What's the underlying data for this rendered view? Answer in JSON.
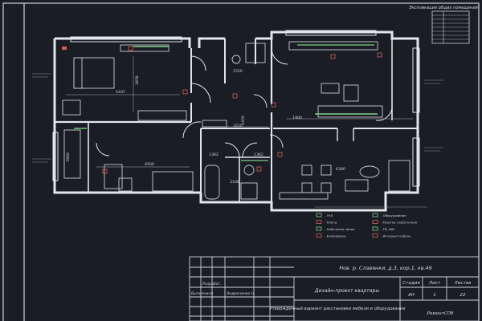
{
  "sheet": {
    "frame_color": "#cfd3da",
    "background": "#1b1d24",
    "wall_color": "#e2e5ea",
    "furniture_color": "#c8ccd3",
    "accent_green": "#7fd08a",
    "accent_red": "#d0605a"
  },
  "dimensions": [
    {
      "id": "bedroom-width",
      "text": "5437"
    },
    {
      "id": "bedroom-depth",
      "text": "3858"
    },
    {
      "id": "living-width",
      "text": "6500"
    },
    {
      "id": "kitchen-width",
      "text": "6300"
    },
    {
      "id": "hall-width",
      "text": "3210"
    },
    {
      "id": "hall-depth",
      "text": "1450"
    },
    {
      "id": "bath-width",
      "text": "2100"
    },
    {
      "id": "wc-width",
      "text": "1362"
    },
    {
      "id": "wc2-width",
      "text": "1362"
    },
    {
      "id": "corridor",
      "text": "1900"
    },
    {
      "id": "small-room",
      "text": "3960"
    },
    {
      "id": "upper-right",
      "text": "1510"
    }
  ],
  "legend": {
    "items": [
      {
        "symbol": "rect",
        "label": "- ГКЛ"
      },
      {
        "symbol": "cross",
        "label": "- Плиты"
      },
      {
        "symbol": "square-dot",
        "label": "- Кабельная линия"
      },
      {
        "symbol": "bar",
        "label": "- Блокировка"
      },
      {
        "symbol": "grid",
        "label": "- Оборудование"
      },
      {
        "symbol": "dots",
        "label": "- Розетка слаботочная"
      },
      {
        "symbol": "box",
        "label": "- ТВ, АВС"
      },
      {
        "symbol": "circle",
        "label": "- Интернет-кабель"
      }
    ]
  },
  "title_block": {
    "address": "Нов. р. Славянки, д.3, кор.1, кв.49",
    "project": "Дизайн-проект квартиры",
    "description": "Утвержденный вариант расстановки мебели и оборудования",
    "stage_header": "Стадия",
    "sheet_header": "Лист",
    "sheets_header": "Листов",
    "stage": "АН",
    "sheet": "1",
    "sheets": "22",
    "role_1": "Разработ.",
    "role_2": "Выполнила",
    "name": "Андриченко Н.",
    "company": "РемонтСПб"
  },
  "top_table": {
    "title": "Экспликация общих помещений",
    "rows": 8
  }
}
